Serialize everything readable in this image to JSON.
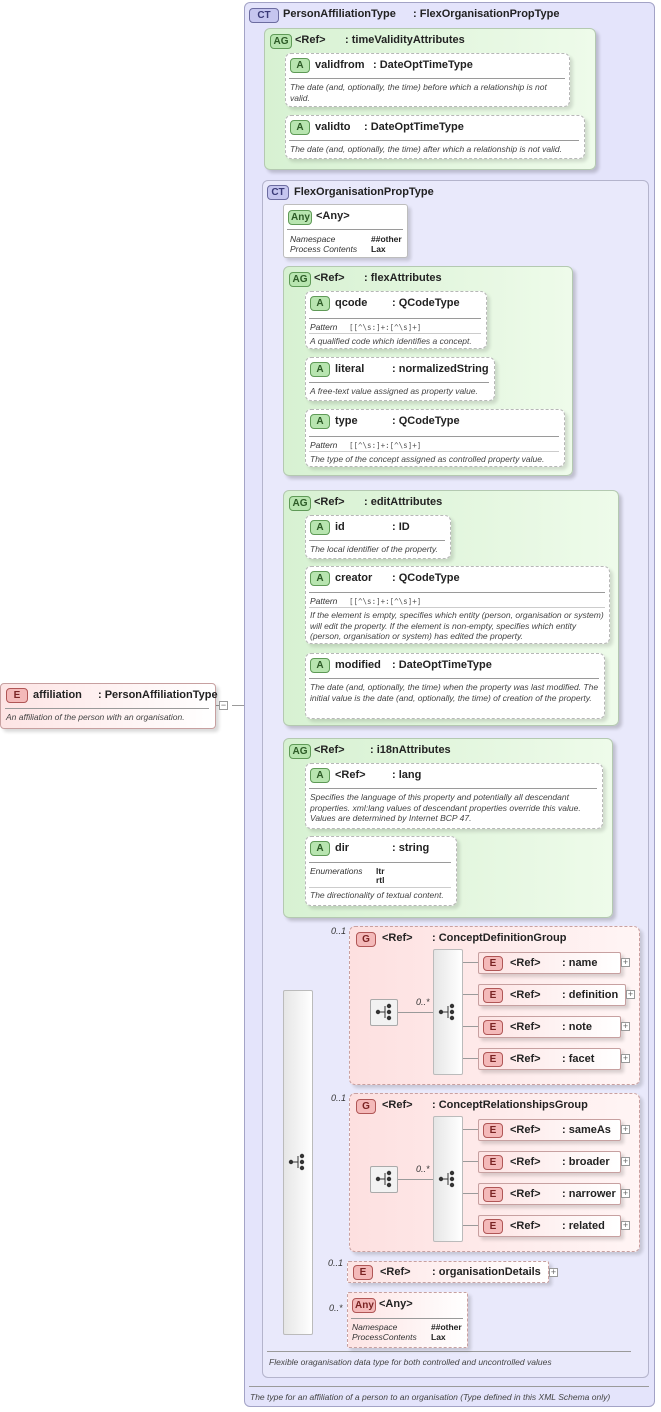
{
  "root": {
    "badge": "E",
    "name": "affiliation",
    "type": ": PersonAffiliationType",
    "doc": "An affiliation of the person with an organisation."
  },
  "ct_main": {
    "badge": "CT",
    "name": "PersonAffiliationType",
    "type": ": FlexOrganisationPropType",
    "doc": "The type for an affiliation of a person to an organisation (Type defined in this XML Schema only)"
  },
  "tva": {
    "badge": "AG",
    "ref": "<Ref>",
    "name": ": timeValidityAttributes",
    "attrs": [
      {
        "badge": "A",
        "name": "validfrom",
        "type": ": DateOptTimeType",
        "doc": "The date (and, optionally, the time) before which a relationship is not valid."
      },
      {
        "badge": "A",
        "name": "validto",
        "type": ": DateOptTimeType",
        "doc": "The date (and, optionally, the time) after which a relationship is not valid."
      }
    ]
  },
  "ct_flex": {
    "badge": "CT",
    "name": "FlexOrganisationPropType",
    "doc": "Flexible oraganisation data type for both controlled and uncontrolled values"
  },
  "any1": {
    "badge": "Any",
    "name": "<Any>",
    "ns_label": "Namespace",
    "ns_value": "##other",
    "pc_label": "Process Contents",
    "pc_value": "Lax"
  },
  "flex": {
    "badge": "AG",
    "ref": "<Ref>",
    "name": ": flexAttributes",
    "attrs": [
      {
        "badge": "A",
        "name": "qcode",
        "type": ": QCodeType",
        "pattern_label": "Pattern",
        "pattern": "[[^\\s:]+:[^\\s]+]",
        "doc": "A qualified code which identifies a concept."
      },
      {
        "badge": "A",
        "name": "literal",
        "type": ": normalizedString",
        "doc": "A free-text value assigned as property value."
      },
      {
        "badge": "A",
        "name": "type",
        "type": ": QCodeType",
        "pattern_label": "Pattern",
        "pattern": "[[^\\s:]+:[^\\s]+]",
        "doc": "The type of the concept assigned as controlled property value."
      }
    ]
  },
  "edit": {
    "badge": "AG",
    "ref": "<Ref>",
    "name": ": editAttributes",
    "attrs": [
      {
        "badge": "A",
        "name": "id",
        "type": ": ID",
        "doc": "The local identifier of the property."
      },
      {
        "badge": "A",
        "name": "creator",
        "type": ": QCodeType",
        "pattern_label": "Pattern",
        "pattern": "[[^\\s:]+:[^\\s]+]",
        "doc": "If the element is empty, specifies which entity (person, organisation or system) will edit the property. If the element is non-empty, specifies which entity (person, organisation or system) has edited the property."
      },
      {
        "badge": "A",
        "name": "modified",
        "type": ": DateOptTimeType",
        "doc": "The date (and, optionally, the time) when the property was last modified. The initial value is the date (and, optionally, the time) of creation of the property."
      }
    ]
  },
  "i18n": {
    "badge": "AG",
    "ref": "<Ref>",
    "name": ": i18nAttributes",
    "attrs": [
      {
        "badge": "A",
        "ref": "<Ref>",
        "name": ": lang",
        "doc": "Specifies the language of this property and potentially all descendant properties. xml:lang values of descendant properties override this value. Values are determined by Internet BCP 47."
      },
      {
        "badge": "A",
        "name": "dir",
        "type": ": string",
        "enum_label": "Enumerations",
        "enums": [
          "ltr",
          "rtl"
        ],
        "doc": "The directionality of textual content."
      }
    ]
  },
  "cdg": {
    "occ": "0..1",
    "badge": "G",
    "ref": "<Ref>",
    "name": ": ConceptDefinitionGroup",
    "inner_occ": "0..*",
    "items": [
      {
        "badge": "E",
        "ref": "<Ref>",
        "name": ": name"
      },
      {
        "badge": "E",
        "ref": "<Ref>",
        "name": ": definition"
      },
      {
        "badge": "E",
        "ref": "<Ref>",
        "name": ": note"
      },
      {
        "badge": "E",
        "ref": "<Ref>",
        "name": ": facet"
      }
    ]
  },
  "crg": {
    "occ": "0..1",
    "badge": "G",
    "ref": "<Ref>",
    "name": ": ConceptRelationshipsGroup",
    "inner_occ": "0..*",
    "items": [
      {
        "badge": "E",
        "ref": "<Ref>",
        "name": ": sameAs"
      },
      {
        "badge": "E",
        "ref": "<Ref>",
        "name": ": broader"
      },
      {
        "badge": "E",
        "ref": "<Ref>",
        "name": ": narrower"
      },
      {
        "badge": "E",
        "ref": "<Ref>",
        "name": ": related"
      }
    ]
  },
  "orgdet": {
    "occ": "0..1",
    "badge": "E",
    "ref": "<Ref>",
    "name": ": organisationDetails"
  },
  "any2": {
    "occ": "0..*",
    "badge": "Any",
    "name": "<Any>",
    "ns_label": "Namespace",
    "ns_value": "##other",
    "pc_label": "ProcessContents",
    "pc_value": "Lax"
  },
  "colors": {
    "ct": "#e4e4fb",
    "ag": "#d7f1d2",
    "element": "#fde4e4",
    "group": "#fde0e0"
  },
  "icons": {
    "sequence": "sequence-compositor-icon",
    "expand": "expand-plus-icon",
    "collapse": "collapse-minus-icon"
  }
}
